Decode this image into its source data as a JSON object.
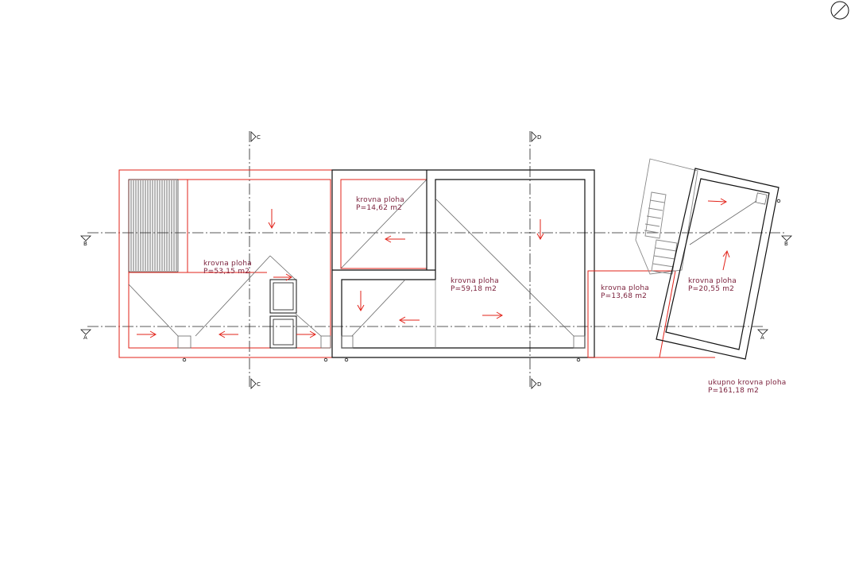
{
  "colors": {
    "red": "#e2231a",
    "black": "#111111",
    "gray": "#888888",
    "label": "#7a1f3a",
    "axis": "#222222"
  },
  "icons": {
    "compass": "north-arrow-icon"
  },
  "section_markers": {
    "c_top": "C",
    "c_bottom": "C",
    "d_top": "D",
    "d_bottom": "D",
    "b_left": "B",
    "b_right": "B",
    "a_left": "A",
    "a_right": "A"
  },
  "areas": {
    "west": {
      "title": "krovna ploha",
      "value": "P=53,15 m2"
    },
    "north_small": {
      "title": "krovna ploha",
      "value": "P=14,62 m2"
    },
    "center": {
      "title": "krovna ploha",
      "value": "P=59,18 m2"
    },
    "east_small": {
      "title": "krovna ploha",
      "value": "P=13,68 m2"
    },
    "rotated": {
      "title": "krovna ploha",
      "value": "P=20,55 m2"
    }
  },
  "total": {
    "title": "ukupno krovna ploha",
    "value": "P=161,18 m2"
  }
}
